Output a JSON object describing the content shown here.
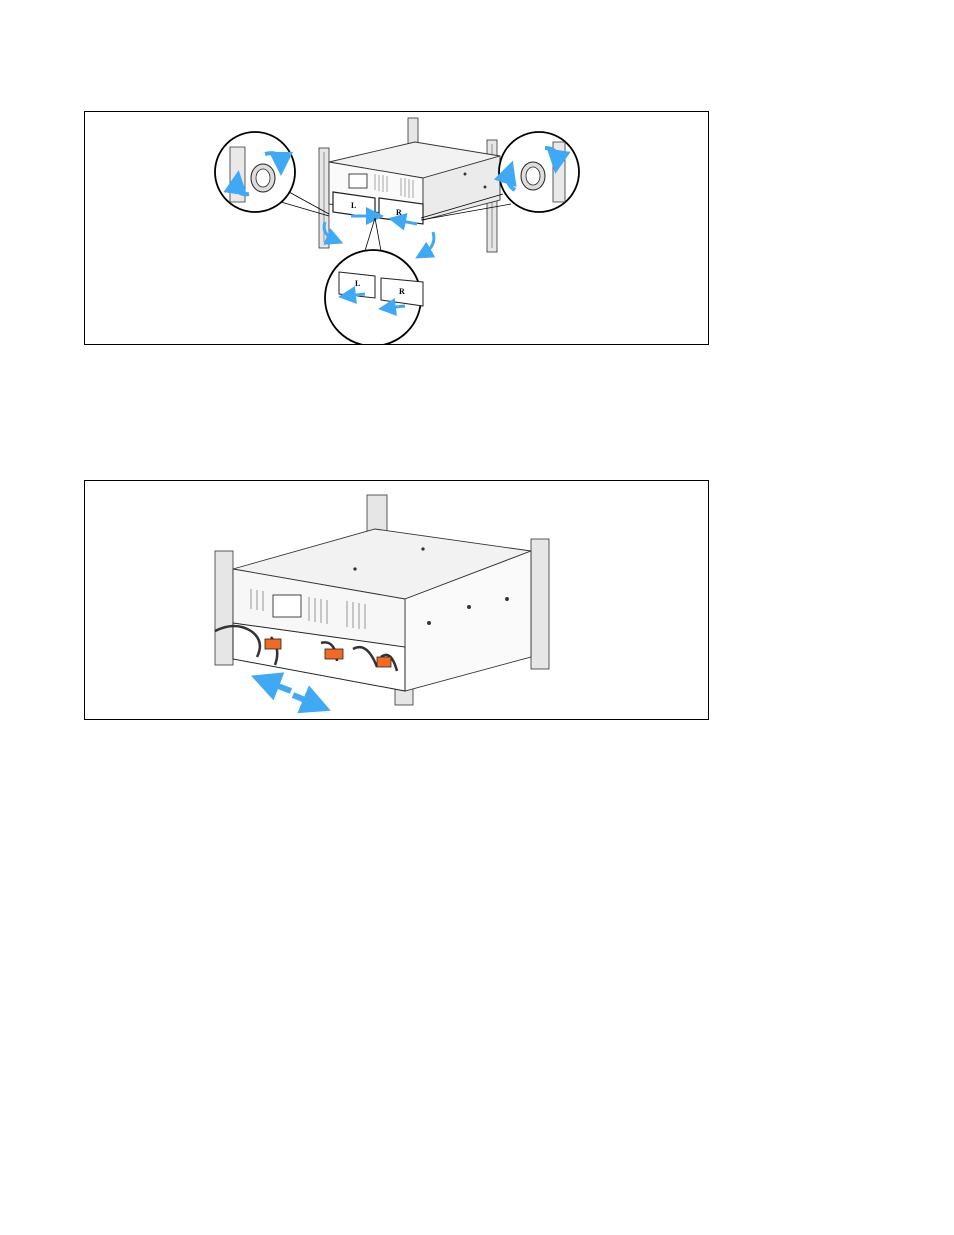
{
  "figures": [
    {
      "id": "figure-remove-bezel",
      "panel_labels": {
        "left": "L",
        "right": "R"
      },
      "accent_color": "#3fa9f5"
    },
    {
      "id": "figure-battery-connectors",
      "accent_color": "#3fa9f5",
      "connector_color": "#f26a21"
    }
  ]
}
